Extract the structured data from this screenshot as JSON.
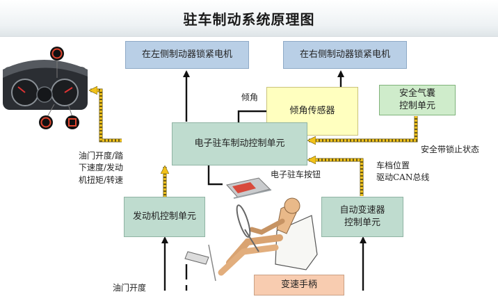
{
  "title": "驻车制动系统原理图",
  "boxes": {
    "left_motor": "在左侧制动器锁紧电机",
    "right_motor": "在右侧制动器锁紧电机",
    "tilt_sensor": "倾角传感器",
    "airbag": "安全气囊\n控制单元",
    "epb_ecu": "电子驻车制动控制单元",
    "engine_ecu": "发动机控制单元",
    "tcu": "自动变速器\n控制单元",
    "gear_lever": "变速手柄"
  },
  "labels": {
    "tilt_angle": "倾角",
    "seatbelt": "安全带锁止状态",
    "engine_signals": "油门开度/踏\n下速度/发动\n机扭矩/转速",
    "epb_button": "电子驻车按钮",
    "gear_can": "车档位置\n驱动CAN总线",
    "throttle": "油门开度"
  },
  "colors": {
    "blue_box": "#b9cfe6",
    "teal_box": "#bfdccf",
    "yellow_box": "#ffffbf",
    "green_box": "#cfeccb",
    "peach_box": "#f8ccb0",
    "signal_arrow": "#f2c21a",
    "arrow": "#111111"
  }
}
